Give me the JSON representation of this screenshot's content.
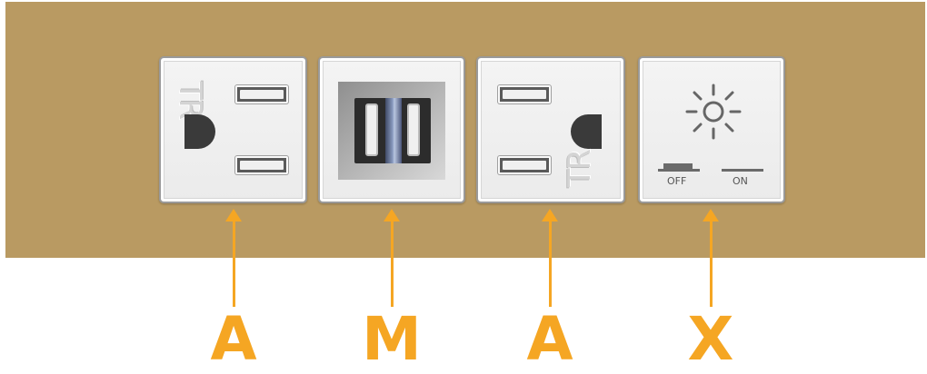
{
  "panel": {
    "background_color": "#b99a62",
    "modules": [
      {
        "name": "tamper-resistant-outlet-left",
        "tr_text": "TR",
        "icon": "outlet-icon"
      },
      {
        "name": "usb-charger",
        "icon": "usb-port-icon"
      },
      {
        "name": "tamper-resistant-outlet-right",
        "tr_text": "TR",
        "icon": "outlet-icon"
      },
      {
        "name": "light-dimmer",
        "icon": "sun-icon",
        "off_label": "OFF",
        "on_label": "ON"
      }
    ]
  },
  "callouts": {
    "color": "#f5a623",
    "labels": [
      "A",
      "M",
      "A",
      "X"
    ]
  }
}
